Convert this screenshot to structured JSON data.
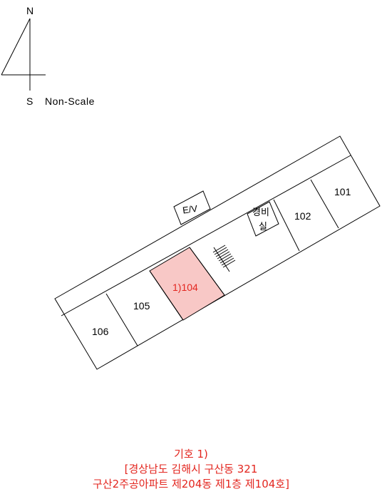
{
  "compass": {
    "north": "N",
    "south": "S",
    "scale_note": "Non-Scale"
  },
  "units": [
    {
      "id": "unit-101",
      "label": "101",
      "highlighted": false
    },
    {
      "id": "unit-102",
      "label": "102",
      "highlighted": false
    },
    {
      "id": "unit-104",
      "label": "1)104",
      "highlighted": true
    },
    {
      "id": "unit-105",
      "label": "105",
      "highlighted": false
    },
    {
      "id": "unit-106",
      "label": "106",
      "highlighted": false
    }
  ],
  "elevator": {
    "label": "E/V"
  },
  "guard_room": {
    "line1": "경비",
    "line2": "실"
  },
  "colors": {
    "highlight_fill": "#f8c8c6",
    "highlight_text": "#e3261f",
    "line": "#000000"
  },
  "caption": {
    "line1": "기호 1)",
    "line2": "[경상남도 김해시 구산동 321",
    "line3": "구산2주공아파트 제204동 제1층 제104호]"
  }
}
